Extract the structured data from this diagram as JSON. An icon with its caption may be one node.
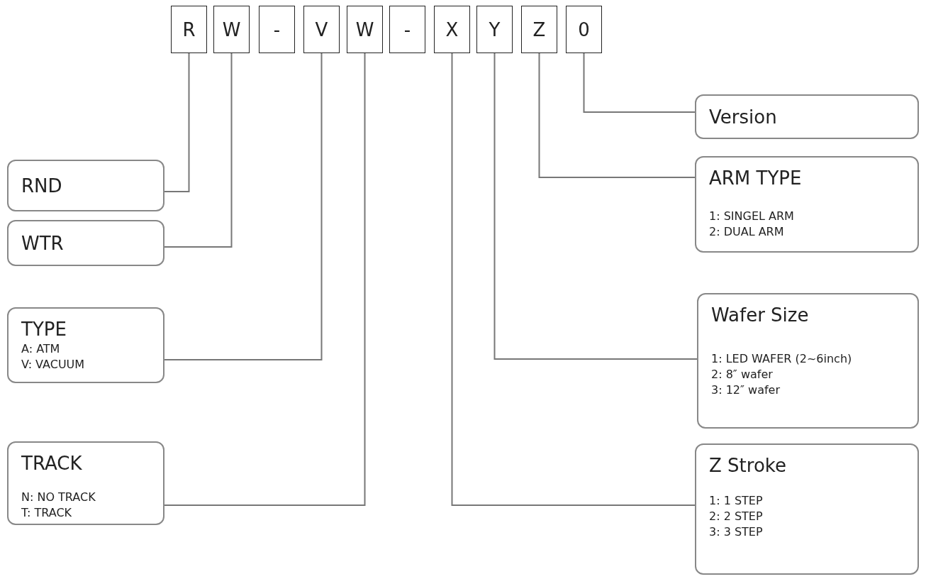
{
  "diagram": {
    "nodes": [
      {
        "text": [
          "R"
        ]
      },
      {
        "text": [
          "W"
        ]
      },
      {
        "text": [
          "-"
        ]
      },
      {
        "text": [
          "V"
        ]
      },
      {
        "text": [
          "W"
        ]
      },
      {
        "text": [
          "-"
        ]
      },
      {
        "text": [
          "X"
        ]
      },
      {
        "text": [
          "Y"
        ]
      },
      {
        "text": [
          "Z"
        ]
      },
      {
        "text": [
          "0"
        ]
      },
      {
        "text": [
          "RND"
        ]
      },
      {
        "text": [
          "WTR"
        ]
      },
      {
        "text": [
          "TYPE",
          "A: ATM",
          "V: VACUUM"
        ]
      },
      {
        "text": [
          "TRACK",
          "N: NO TRACK",
          "T: TRACK"
        ]
      },
      {
        "text": [
          "Version"
        ]
      },
      {
        "text": [
          "ARM TYPE",
          "1: SINGEL ARM",
          "2: DUAL ARM"
        ]
      },
      {
        "text": [
          "Wafer Size",
          "1: LED WAFER (2~6inch)",
          "2: 8″ wafer",
          "3: 12″ wafer"
        ]
      },
      {
        "text": [
          "Z Stroke",
          "1: 1 STEP",
          "2: 2 STEP",
          "3: 3 STEP"
        ]
      }
    ],
    "edges": [
      {
        "from": 0,
        "to": 10,
        "arrow": "none"
      },
      {
        "from": 1,
        "to": 11,
        "arrow": "none"
      },
      {
        "from": 3,
        "to": 12,
        "arrow": "none"
      },
      {
        "from": 4,
        "to": 13,
        "arrow": "none"
      },
      {
        "from": 9,
        "to": 14,
        "arrow": "none"
      },
      {
        "from": 8,
        "to": 15,
        "arrow": "none"
      },
      {
        "from": 7,
        "to": 16,
        "arrow": "none"
      },
      {
        "from": 6,
        "to": 17,
        "arrow": "none"
      }
    ]
  }
}
